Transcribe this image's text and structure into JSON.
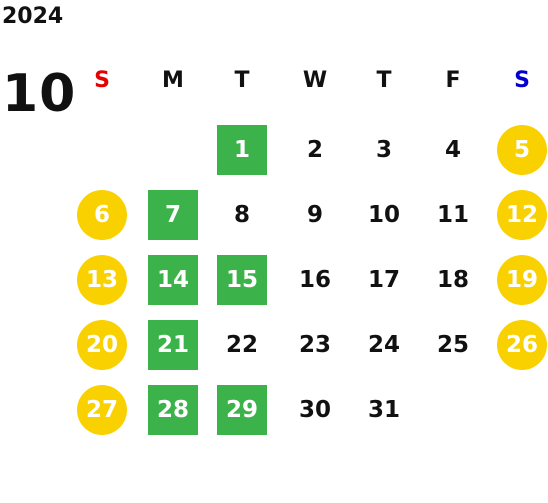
{
  "year": "2024",
  "month": "10",
  "colors": {
    "sunday_label": "#e60000",
    "saturday_label": "#0000d0",
    "weekday_label": "#111111",
    "holiday_circle": "#f9d100",
    "event_square": "#3cb34a",
    "text": "#111111"
  },
  "weekdays": [
    "S",
    "M",
    "T",
    "W",
    "T",
    "F",
    "S"
  ],
  "weeks": [
    [
      null,
      null,
      {
        "d": "1",
        "m": "green"
      },
      {
        "d": "2"
      },
      {
        "d": "3"
      },
      {
        "d": "4"
      },
      {
        "d": "5",
        "m": "yellow"
      }
    ],
    [
      {
        "d": "6",
        "m": "yellow"
      },
      {
        "d": "7",
        "m": "green"
      },
      {
        "d": "8"
      },
      {
        "d": "9"
      },
      {
        "d": "10"
      },
      {
        "d": "11"
      },
      {
        "d": "12",
        "m": "yellow"
      }
    ],
    [
      {
        "d": "13",
        "m": "yellow"
      },
      {
        "d": "14",
        "m": "green"
      },
      {
        "d": "15",
        "m": "green"
      },
      {
        "d": "16"
      },
      {
        "d": "17"
      },
      {
        "d": "18"
      },
      {
        "d": "19",
        "m": "yellow"
      }
    ],
    [
      {
        "d": "20",
        "m": "yellow"
      },
      {
        "d": "21",
        "m": "green"
      },
      {
        "d": "22"
      },
      {
        "d": "23"
      },
      {
        "d": "24"
      },
      {
        "d": "25"
      },
      {
        "d": "26",
        "m": "yellow"
      }
    ],
    [
      {
        "d": "27",
        "m": "yellow"
      },
      {
        "d": "28",
        "m": "green"
      },
      {
        "d": "29",
        "m": "green"
      },
      {
        "d": "30"
      },
      {
        "d": "31"
      },
      null,
      null
    ]
  ]
}
